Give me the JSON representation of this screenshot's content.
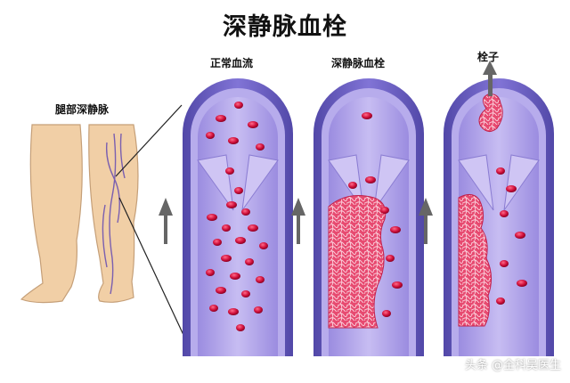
{
  "title": "深静脉血栓",
  "leg_label": "腿部深静脉",
  "panels": [
    {
      "label": "正常血流"
    },
    {
      "label": "深静脉血栓"
    },
    {
      "label": "栓子"
    }
  ],
  "watermark": "头条 @全科吴医生",
  "colors": {
    "vessel_wall": "#6d62c4",
    "vessel_inner": "#a99be6",
    "blood_cell": "#d0103c",
    "clot": "#e0345f",
    "arrow": "#666666",
    "skin": "#f1cfa6"
  }
}
